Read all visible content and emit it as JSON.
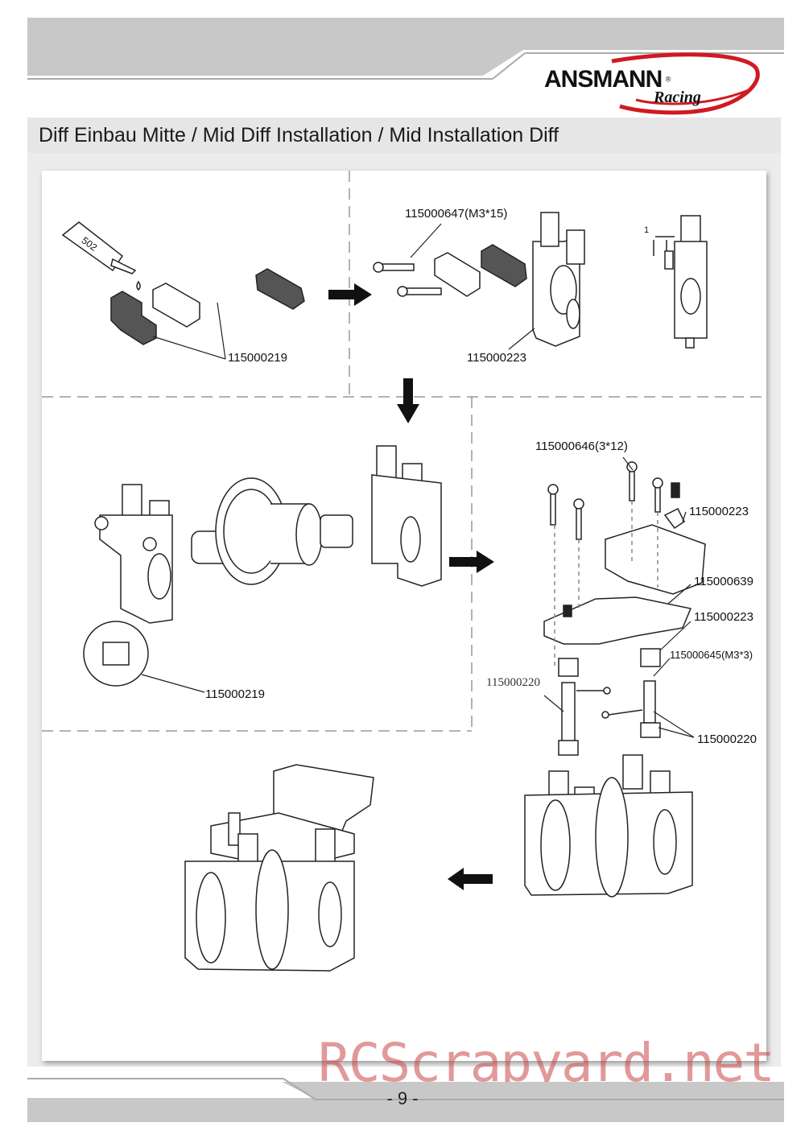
{
  "brand": {
    "name": "ANSMANN",
    "sub": "Racing",
    "reg": "®"
  },
  "title": "Diff Einbau Mitte / Mid Diff Installation / Mid Installation Diff",
  "labels": {
    "p1_part": "115000219",
    "p2_screw": "115000647(M3*15)",
    "p2_part": "115000223",
    "p2_dim": "1",
    "glue": "502",
    "p3_part": "115000219",
    "p4_screw": "115000646(3*12)",
    "p4_a": "115000223",
    "p4_b": "115000639",
    "p4_c": "115000223",
    "p4_d": "115000645(M3*3)",
    "p4_e": "115000220",
    "p4_f": "115000220"
  },
  "page_number": "- 9 -",
  "watermark": "RCScrapyard.net",
  "colors": {
    "bar": "#c8c8c8",
    "title_bar": "#e6e6e6",
    "logo_red": "#d01a22"
  }
}
